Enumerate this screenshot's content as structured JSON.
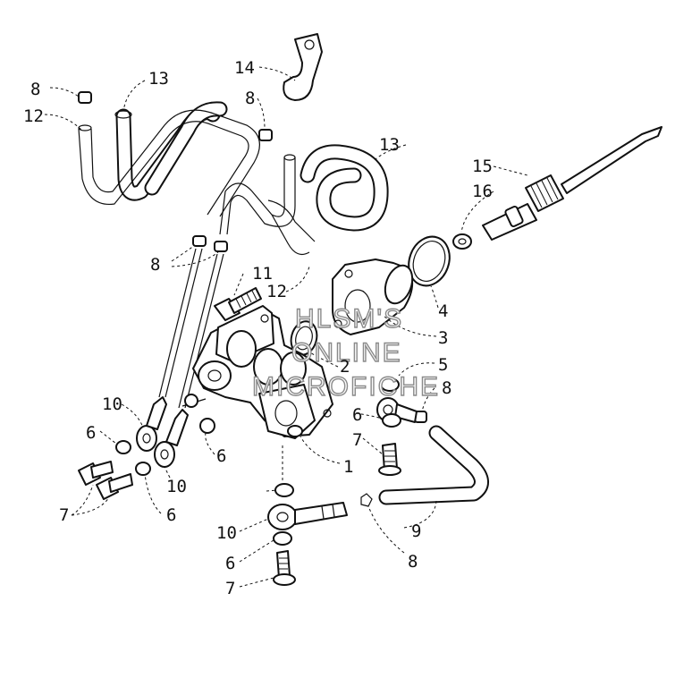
{
  "callouts": [
    {
      "id": "c1",
      "text": "1"
    },
    {
      "id": "c2",
      "text": "2"
    },
    {
      "id": "c3",
      "text": "3"
    },
    {
      "id": "c4",
      "text": "4"
    },
    {
      "id": "c5",
      "text": "5"
    },
    {
      "id": "c6a",
      "text": "6"
    },
    {
      "id": "c6b",
      "text": "6"
    },
    {
      "id": "c6c",
      "text": "6"
    },
    {
      "id": "c6d",
      "text": "6"
    },
    {
      "id": "c6e",
      "text": "6"
    },
    {
      "id": "c7a",
      "text": "7"
    },
    {
      "id": "c7b",
      "text": "7"
    },
    {
      "id": "c7c",
      "text": "7"
    },
    {
      "id": "c8a",
      "text": "8"
    },
    {
      "id": "c8b",
      "text": "8"
    },
    {
      "id": "c8c",
      "text": "8"
    },
    {
      "id": "c8d",
      "text": "8"
    },
    {
      "id": "c8e",
      "text": "8"
    },
    {
      "id": "c9",
      "text": "9"
    },
    {
      "id": "c10a",
      "text": "10"
    },
    {
      "id": "c10b",
      "text": "10"
    },
    {
      "id": "c10c",
      "text": "10"
    },
    {
      "id": "c11",
      "text": "11"
    },
    {
      "id": "c12a",
      "text": "12"
    },
    {
      "id": "c12b",
      "text": "12"
    },
    {
      "id": "c13a",
      "text": "13"
    },
    {
      "id": "c13b",
      "text": "13"
    },
    {
      "id": "c14",
      "text": "14"
    },
    {
      "id": "c15",
      "text": "15"
    },
    {
      "id": "c16",
      "text": "16"
    }
  ],
  "watermark": {
    "line1": "HLSM'S",
    "line2": "ONLINE",
    "line3": "MICROFICHE"
  }
}
